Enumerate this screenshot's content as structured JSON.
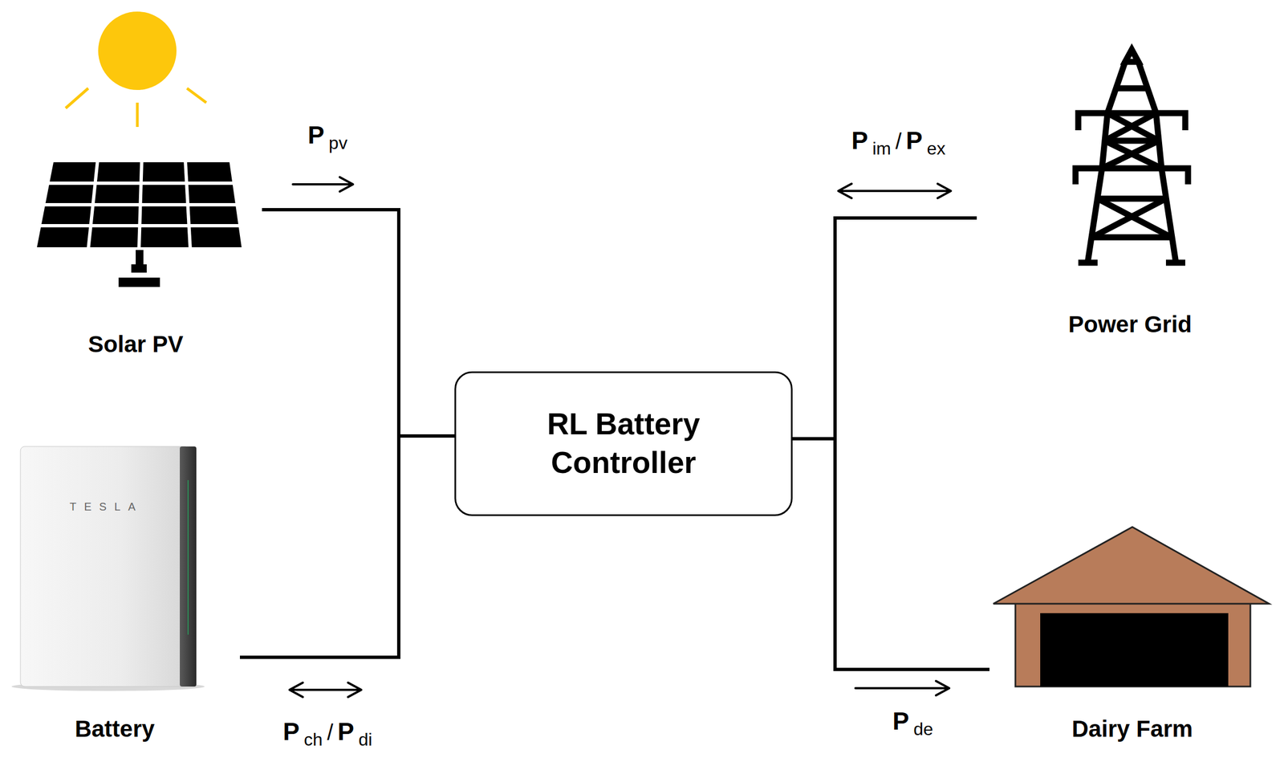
{
  "diagram": {
    "nodes": [
      {
        "text": [
          "Solar PV"
        ]
      },
      {
        "text": [
          "Battery"
        ]
      },
      {
        "text": [
          "RL Battery Controller"
        ]
      },
      {
        "text": [
          "Power Grid"
        ]
      },
      {
        "text": [
          "Dairy Farm"
        ]
      }
    ],
    "edges": [
      {
        "from": 0,
        "to": 2,
        "arrow": "none"
      },
      {
        "from": 1,
        "to": 2,
        "arrow": "none"
      },
      {
        "from": 2,
        "to": 3,
        "arrow": "none"
      },
      {
        "from": 2,
        "to": 4,
        "arrow": "none"
      }
    ],
    "labels": [
      "P",
      "pv",
      "P",
      "im",
      "/",
      "P",
      "ex",
      "P",
      "ch",
      "/",
      "P",
      "di",
      "P",
      "de",
      "TESLA"
    ]
  }
}
